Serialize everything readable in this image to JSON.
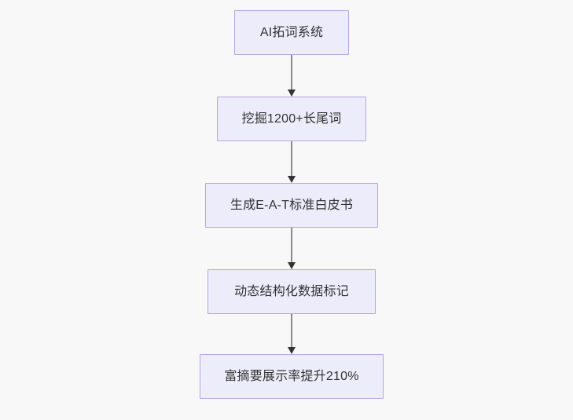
{
  "diagram": {
    "type": "flowchart",
    "direction": "top-to-bottom",
    "background_color": "#f8f8f8",
    "node_fill_color": "#ececfb",
    "node_border_color": "#b8a5e0",
    "node_text_color": "#333333",
    "edge_line_color": "#8a8a8a",
    "edge_arrow_color": "#333333",
    "nodes": [
      {
        "id": "n1",
        "label": "AI拓词系统"
      },
      {
        "id": "n2",
        "label": "挖掘1200+长尾词"
      },
      {
        "id": "n3",
        "label": "生成E-A-T标准白皮书"
      },
      {
        "id": "n4",
        "label": "动态结构化数据标记"
      },
      {
        "id": "n5",
        "label": "富摘要展示率提升210%"
      }
    ],
    "edges": [
      {
        "from": "n1",
        "to": "n2",
        "label": ""
      },
      {
        "from": "n2",
        "to": "n3",
        "label": ""
      },
      {
        "from": "n3",
        "to": "n4",
        "label": ""
      },
      {
        "from": "n4",
        "to": "n5",
        "label": ""
      }
    ]
  }
}
